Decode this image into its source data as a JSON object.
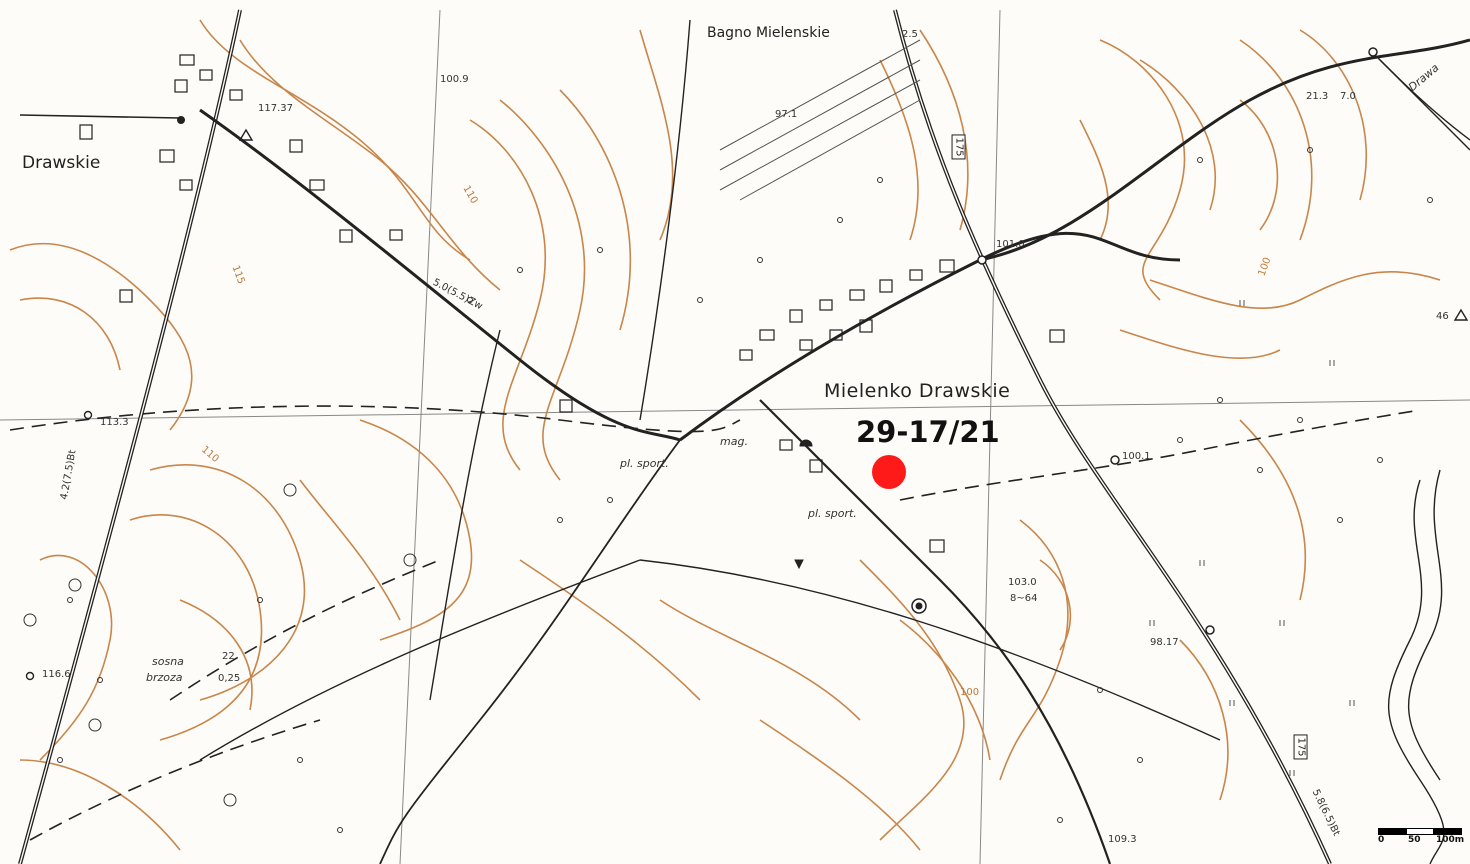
{
  "map": {
    "place_labels": {
      "drawskie": "Drawskie",
      "mielenko": "Mielenko Drawskie",
      "bagno": "Bagno Mielenskie",
      "drawa": "Drawa"
    },
    "site_label": "29-17/21",
    "road_numbers": {
      "north": "175",
      "south": "175"
    },
    "misc_labels": {
      "sport1": "pl. sport.",
      "sport2": "pl. sport.",
      "mag": "mag.",
      "sosna": "sosna",
      "brzoza": "brzoza",
      "frac_top": "22",
      "frac_bottom": "0,25",
      "road_spec_1": "5.0(5.5)Zw",
      "road_spec_2": "4.2(7.5)Bt",
      "road_spec_3": "5.8(6.5)Bt"
    },
    "elevations": {
      "e100_9": "100.9",
      "e97_1": "97.1",
      "e117_37": "117.37",
      "e101_0": "101.0",
      "e113_3": "113.3",
      "e116_6": "116.6",
      "e100_1": "100.1",
      "e103_0": "103.0",
      "e98_17": "98.17",
      "e109_3": "109.3",
      "e46": "46",
      "e21_3": "21.3",
      "e7_0": "7.0",
      "e2_5": "2.5",
      "e8_64": "8~64"
    },
    "contour_labels": {
      "c115": "115",
      "c110a": "110",
      "c110b": "110",
      "c100a": "100",
      "c100b": "100"
    },
    "scale": {
      "t0": "0",
      "t50": "50",
      "t100": "100m"
    },
    "colors": {
      "contour": "#c8864a",
      "road": "#222222",
      "site_marker": "#ff1a1a",
      "paper": "#fdfcf8"
    }
  }
}
